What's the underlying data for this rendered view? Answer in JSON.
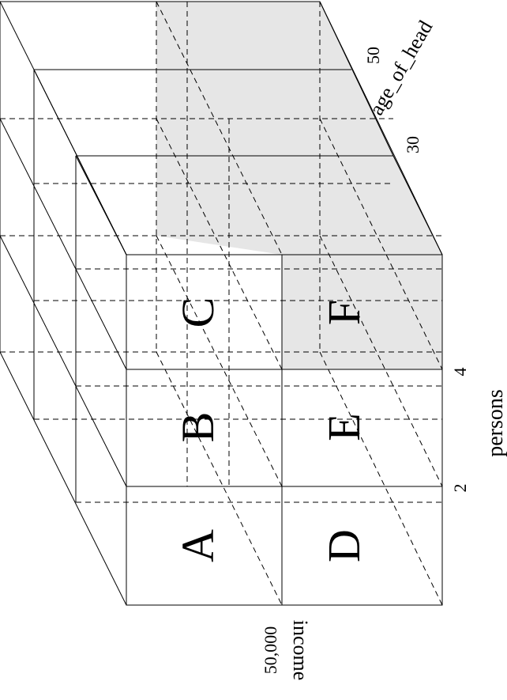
{
  "diagram": {
    "axes": {
      "income": {
        "label": "income",
        "tick": "50,000"
      },
      "persons": {
        "label": "persons",
        "ticks": [
          "2",
          "4"
        ]
      },
      "age_of_head": {
        "label": "age_of_head",
        "ticks": [
          "30",
          "50"
        ]
      }
    },
    "cells": [
      "A",
      "B",
      "C",
      "D",
      "E",
      "F"
    ],
    "colors": {
      "shaded": "#e6e6e6",
      "line": "#000000",
      "background": "#ffffff"
    }
  }
}
